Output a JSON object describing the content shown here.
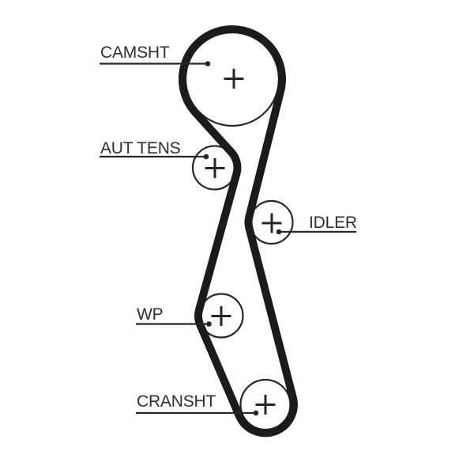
{
  "diagram": {
    "kind": "timing-belt-routing-diagram",
    "colors": {
      "background": "#ffffff",
      "belt": "#1b1b1b",
      "outline": "#262626",
      "text": "#2f2f2f"
    },
    "belt": {
      "name": "timing-belt",
      "style": "thick closed loop"
    },
    "marker": {
      "icon": "plus-cross-icon",
      "glyph": "+"
    },
    "pulleys": {
      "camshaft": {
        "label": "CAMSHT"
      },
      "tensioner": {
        "label": "AUT TENS"
      },
      "idler": {
        "label": "IDLER"
      },
      "water_pump": {
        "label": "WP"
      },
      "crankshaft": {
        "label": "CRANSHT"
      }
    }
  }
}
